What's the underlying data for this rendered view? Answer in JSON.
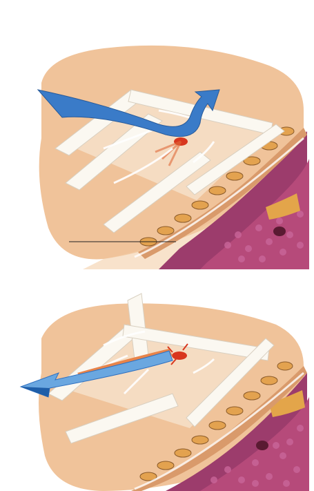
{
  "illustration": {
    "panels": [
      {
        "id": "top",
        "arrow_direction": "over-dressing-outward",
        "arrow_color": "#3a7bc8"
      },
      {
        "id": "bottom",
        "arrow_direction": "from-wound-out-under-dressing",
        "arrow_color": "#2e6fbf"
      }
    ],
    "colors": {
      "skin": "#f0c39a",
      "skin_dark": "#e0a57b",
      "dressing": "#f7f3ea",
      "tape": "#fbf8f1",
      "wound": "#d8361e",
      "tissue": "#b0457a",
      "fat_cells": "#e0a05a",
      "air_arrow": "#4a8fd6"
    },
    "caption": ""
  }
}
